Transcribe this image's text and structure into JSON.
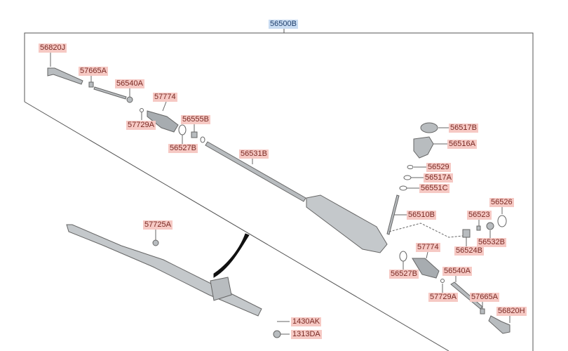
{
  "assembly_label": "56500B",
  "labels": {
    "tie_rod_end_left": "56820J",
    "lock_nut_left": "57665A",
    "inner_ball_joint_left": "56540A",
    "bellows_left": "57774",
    "bushing_left": "56555B",
    "clip_left": "57729A",
    "band_left": "56527B",
    "rack": "56531B",
    "cap": "56517B",
    "housing_cover": "56516A",
    "ring_a": "56529",
    "ring_b": "56517A",
    "seal": "56551C",
    "pinion": "56510B",
    "oring_yoke": "56526",
    "spring": "56523",
    "plug": "56532B",
    "yoke": "56524B",
    "bellows_right": "57774",
    "band_right": "56527B",
    "inner_ball_joint_right": "56540A",
    "clip_right": "57729A",
    "lock_nut_right": "57665A",
    "tie_rod_end_right": "56820H",
    "grommet": "57725A",
    "bolt": "1430AK",
    "nut": "1313DA"
  }
}
